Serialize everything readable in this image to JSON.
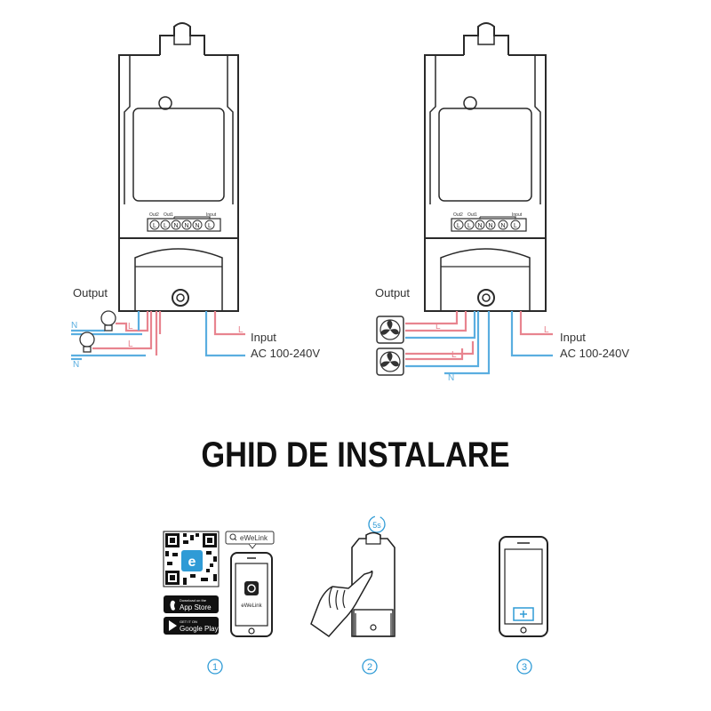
{
  "diagram_left": {
    "output_label": "Output",
    "input_label": "Input",
    "voltage_label": "AC 100-240V",
    "wire_labels": {
      "n_top": "N",
      "n_bottom": "N",
      "l_top": "L",
      "l_bottom": "L",
      "input_l": "L"
    },
    "terminals": {
      "out2": "Out2",
      "out1": "Out1",
      "input": "Input",
      "letters": [
        "L",
        "L",
        "N",
        "N",
        "N",
        "L"
      ]
    }
  },
  "diagram_right": {
    "output_label": "Output",
    "input_label": "Input",
    "voltage_label": "AC 100-240V",
    "wire_labels": {
      "l_top": "L",
      "l_bottom": "L",
      "n": "N",
      "input_l": "L"
    },
    "terminals": {
      "out2": "Out2",
      "out1": "Out1",
      "input": "Input",
      "letters": [
        "L",
        "L",
        "N",
        "N",
        "N",
        "L"
      ]
    }
  },
  "title": "GHID DE INSTALARE",
  "steps": {
    "step1": {
      "number": "1",
      "search_label": "eWeLink",
      "app_label": "eWeLink",
      "appstore": {
        "small": "Download on the",
        "big": "App Store"
      },
      "googleplay": {
        "small": "GET IT ON",
        "big": "Google Play"
      }
    },
    "step2": {
      "number": "2",
      "timer": "5s"
    },
    "step3": {
      "number": "3"
    }
  },
  "colors": {
    "live": "#e8848f",
    "neutral": "#5aaee0",
    "line": "#2a2a2a",
    "accent_blue": "#2f9bd6"
  }
}
